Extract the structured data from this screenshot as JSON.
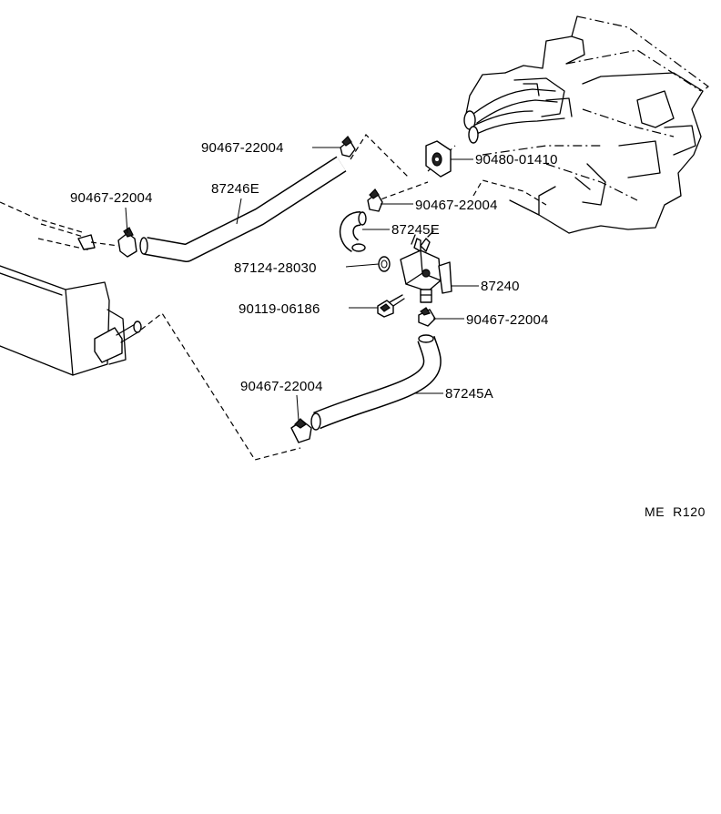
{
  "diagram": {
    "code": "ME  R120",
    "callouts": [
      {
        "id": "clamp-top",
        "label": "90467-22004"
      },
      {
        "id": "clamp-left",
        "label": "90467-22004"
      },
      {
        "id": "hose-upper",
        "label": "87246E"
      },
      {
        "id": "gasket",
        "label": "90480-01410"
      },
      {
        "id": "clamp-right",
        "label": "90467-22004"
      },
      {
        "id": "hose-small",
        "label": "87245E"
      },
      {
        "id": "oring",
        "label": "87124-28030"
      },
      {
        "id": "valve",
        "label": "87240"
      },
      {
        "id": "bolt",
        "label": "90119-06186"
      },
      {
        "id": "clamp-valve",
        "label": "90467-22004"
      },
      {
        "id": "clamp-bottom",
        "label": "90467-22004"
      },
      {
        "id": "hose-lower",
        "label": "87245A"
      }
    ]
  }
}
